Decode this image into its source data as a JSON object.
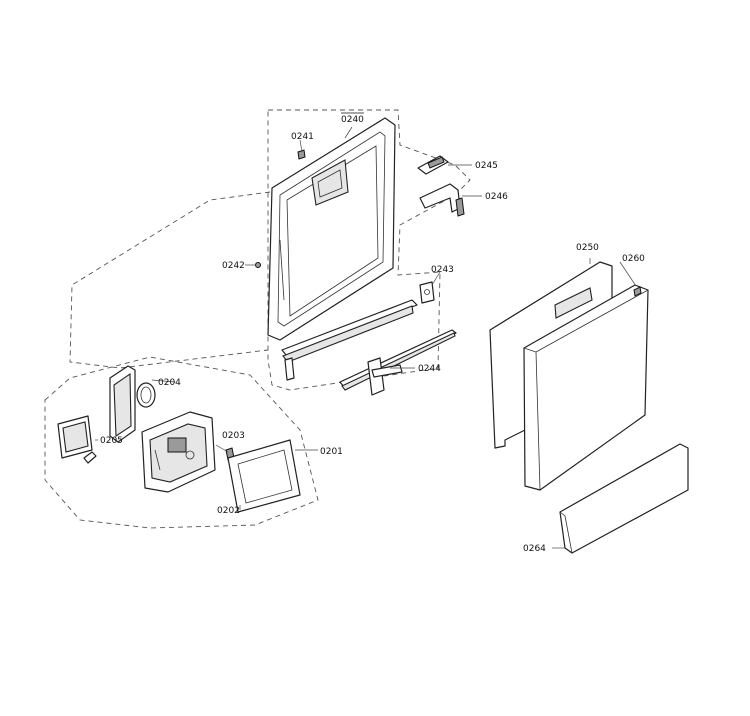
{
  "parts": {
    "p0201": "0201",
    "p0202": "0202",
    "p0203": "0203",
    "p0204": "0204",
    "p0205": "0205",
    "p0240": "0240",
    "p0241": "0241",
    "p0242": "0242",
    "p0243": "0243",
    "p0244": "0244",
    "p0245": "0245",
    "p0246": "0246",
    "p0250": "0250",
    "p0260": "0260",
    "p0264": "0264"
  }
}
